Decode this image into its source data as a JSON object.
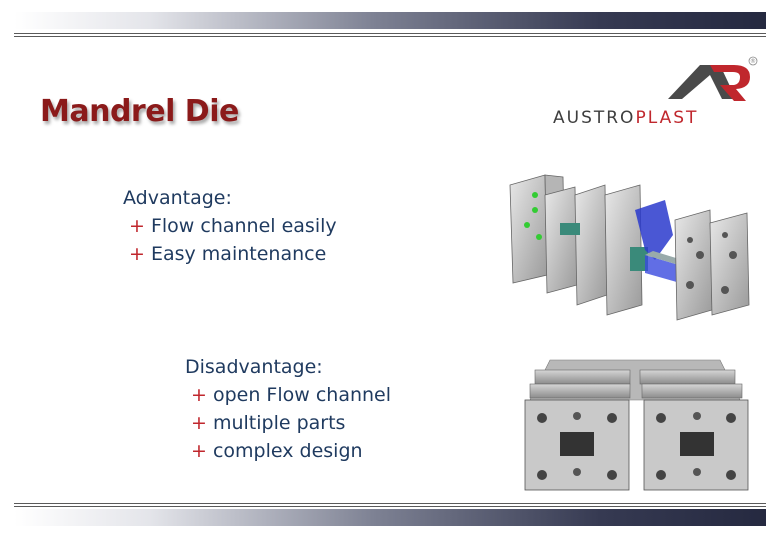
{
  "slide": {
    "title": "Mandrel Die",
    "brand": {
      "part1": "AUSTRO",
      "part2": "PLAST",
      "registered": "®"
    },
    "advantage": {
      "heading": "Advantage:",
      "bullet": "+",
      "items": [
        "Flow channel easily",
        "Easy maintenance"
      ]
    },
    "disadvantage": {
      "heading": "Disadvantage:",
      "bullet": "+",
      "items": [
        "open Flow channel",
        "multiple parts",
        "complex design"
      ]
    }
  },
  "colors": {
    "title": "#8b1a1a",
    "text": "#1f3a5f",
    "bullet": "#c0272d",
    "brand_red": "#c0272d",
    "brand_gray": "#3e3e3e"
  },
  "images": {
    "exploded_die": "exploded-mandrel-die-render",
    "assembled_dies": "assembled-mandrel-dies-photo"
  }
}
